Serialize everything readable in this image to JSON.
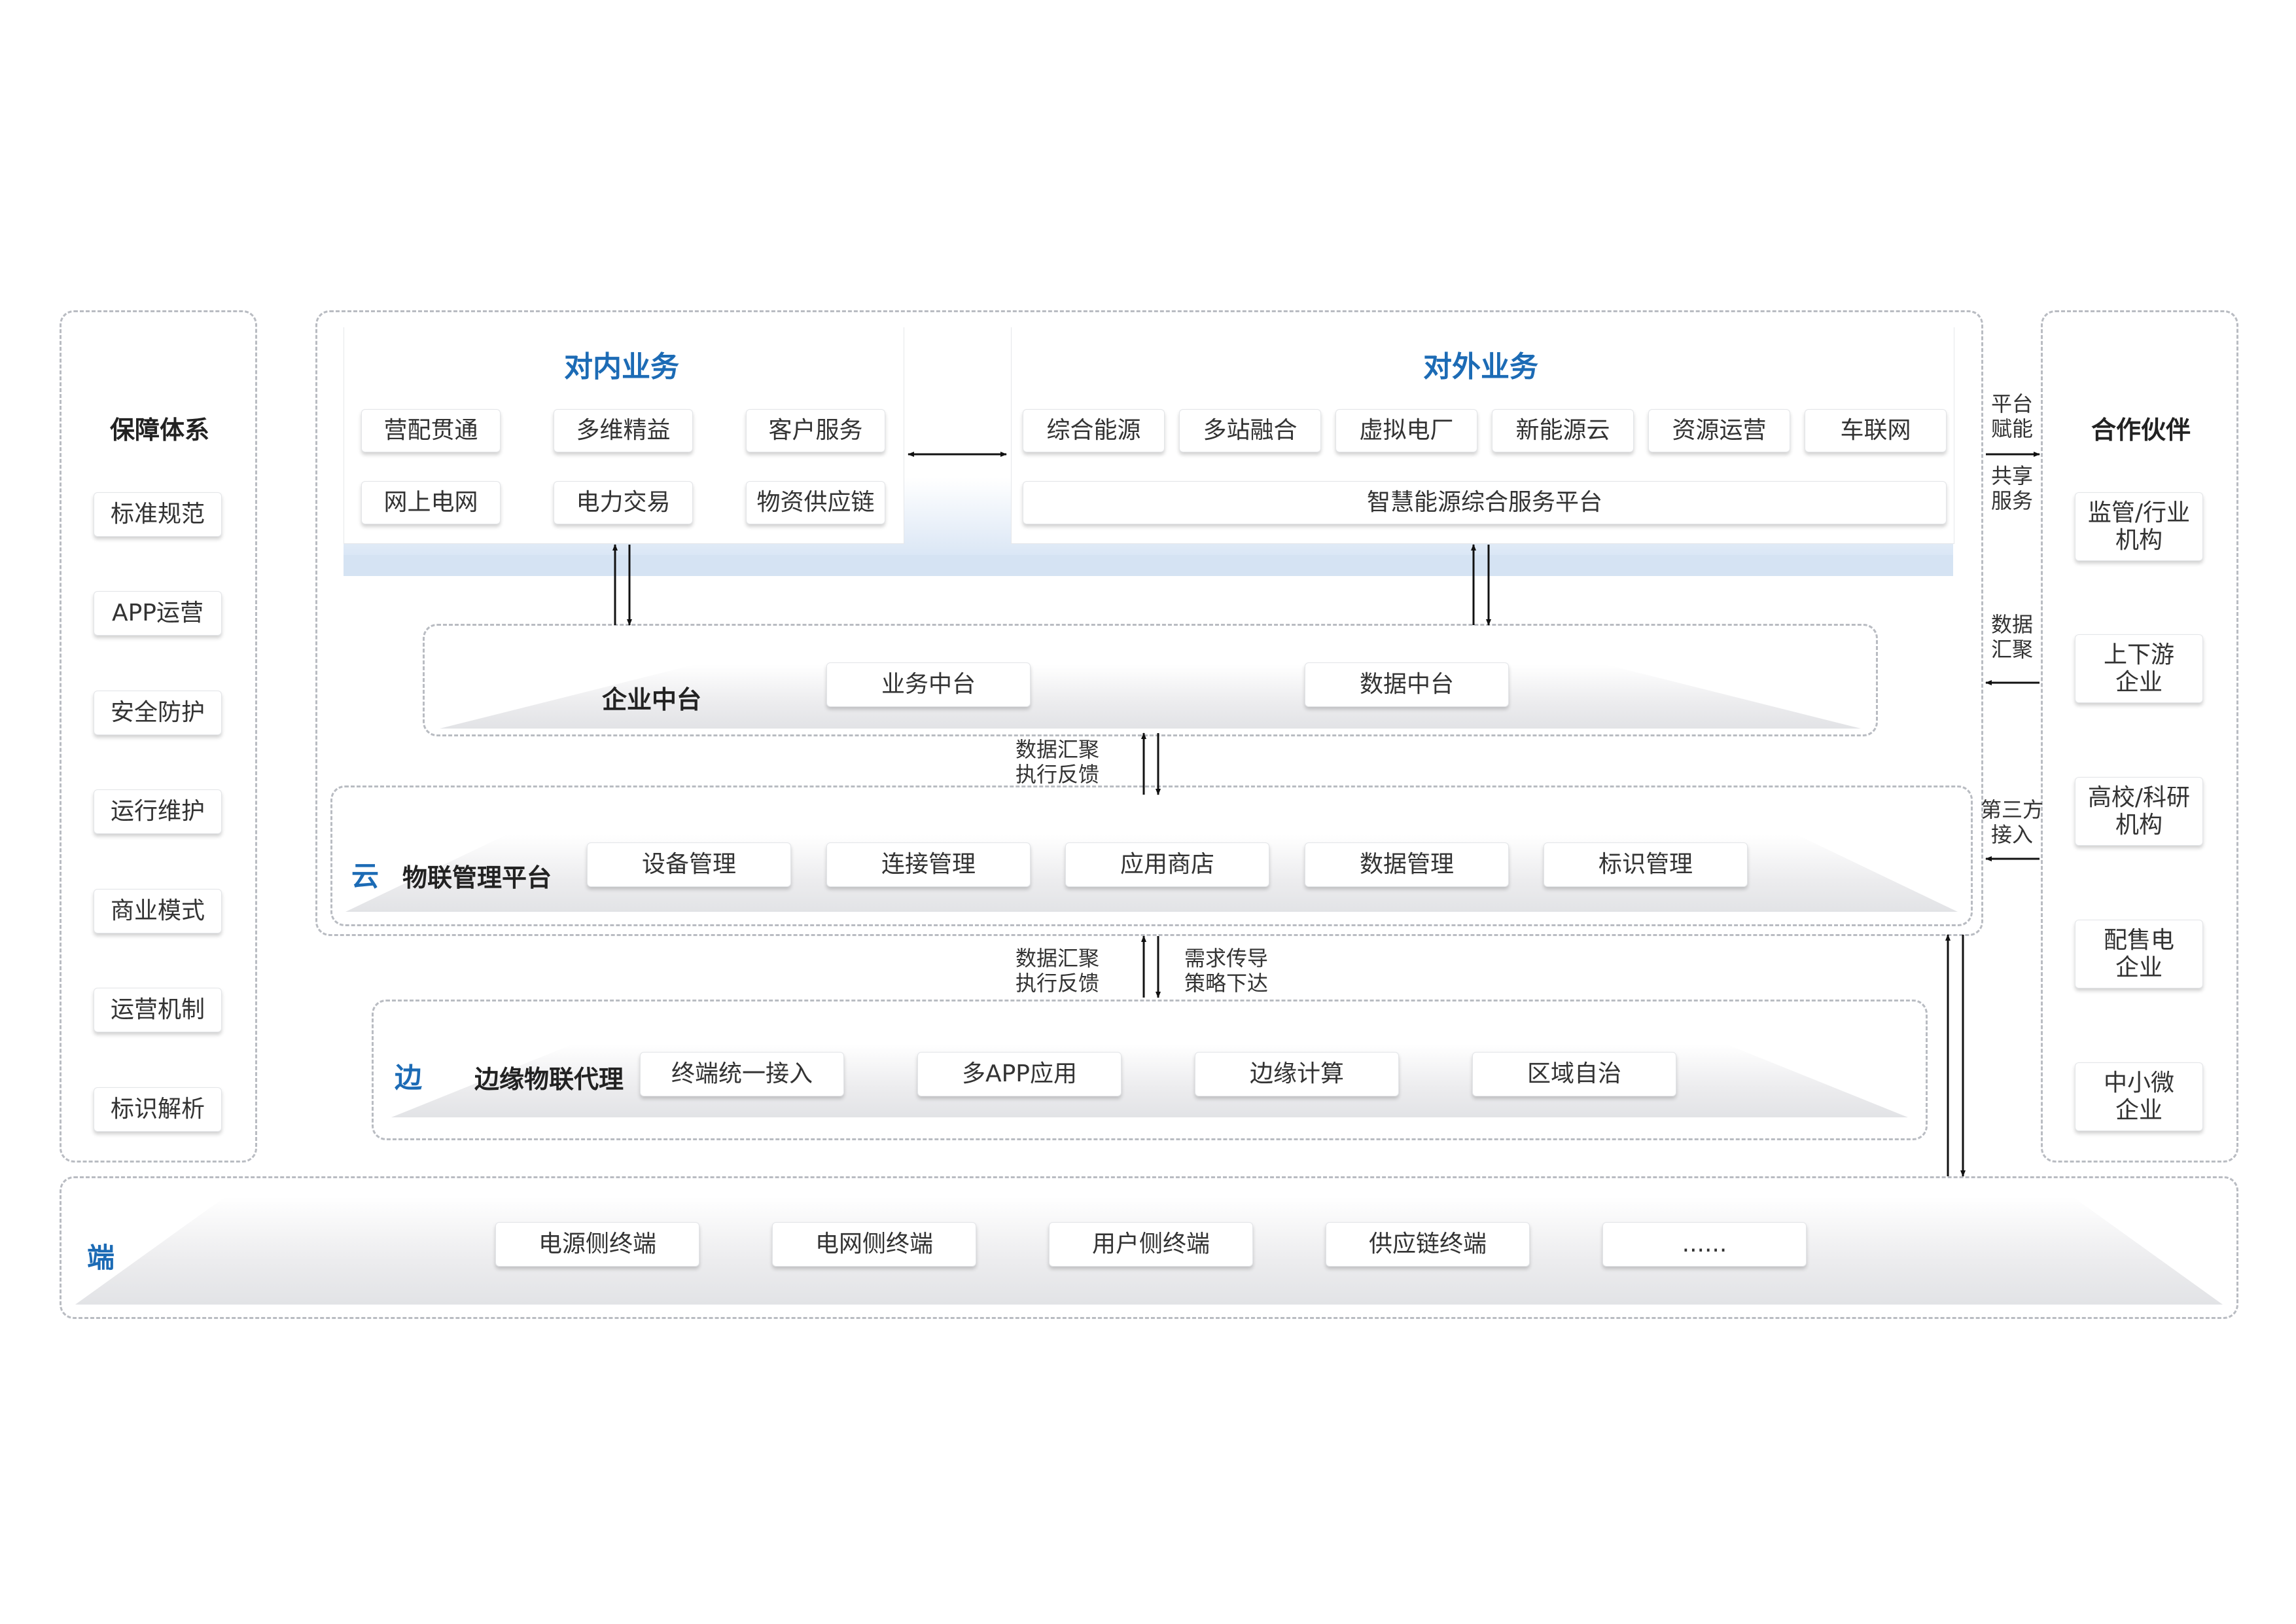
{
  "left_panel": {
    "title": "保障体系",
    "items": [
      "标准规范",
      "APP运营",
      "安全防护",
      "运行维护",
      "商业模式",
      "运营机制",
      "标识解析"
    ]
  },
  "right_panel": {
    "title": "合作伙伴",
    "items": [
      [
        "监管/行业",
        "机构"
      ],
      [
        "上下游",
        "企业"
      ],
      [
        "高校/科研",
        "机构"
      ],
      [
        "配售电",
        "企业"
      ],
      [
        "中小微",
        "企业"
      ]
    ]
  },
  "internal_business": {
    "title": "对内业务",
    "row1": [
      "营配贯通",
      "多维精益",
      "客户服务"
    ],
    "row2": [
      "网上电网",
      "电力交易",
      "物资供应链"
    ]
  },
  "external_business": {
    "title": "对外业务",
    "row1": [
      "综合能源",
      "多站融合",
      "虚拟电厂",
      "新能源云",
      "资源运营",
      "车联网"
    ],
    "platform": "智慧能源综合服务平台"
  },
  "enterprise_middle": {
    "label": "企业中台",
    "items": [
      "业务中台",
      "数据中台"
    ]
  },
  "cloud": {
    "tier": "云",
    "label": "物联管理平台",
    "items": [
      "设备管理",
      "连接管理",
      "应用商店",
      "数据管理",
      "标识管理"
    ]
  },
  "edge": {
    "tier": "边",
    "label": "边缘物联代理",
    "items": [
      "终端统一接入",
      "多APP应用",
      "边缘计算",
      "区域自治"
    ]
  },
  "terminal": {
    "tier": "端",
    "items": [
      "电源侧终端",
      "电网侧终端",
      "用户侧终端",
      "供应链终端",
      "......"
    ]
  },
  "annotations": {
    "platform_empower": [
      "平台",
      "赋能"
    ],
    "shared_service": [
      "共享",
      "服务"
    ],
    "data_aggregation_right": [
      "数据",
      "汇聚"
    ],
    "third_party_access": [
      "第三方",
      "接入"
    ],
    "mid_to_cloud_left": [
      "数据汇聚",
      "执行反馈"
    ],
    "cloud_to_edge_left": [
      "数据汇聚",
      "执行反馈"
    ],
    "cloud_to_edge_right": [
      "需求传导",
      "策略下达"
    ]
  },
  "colors": {
    "accent_blue": "#1c6bb5",
    "dashed_border": "#b9bcc2",
    "arrow": "#111111"
  }
}
